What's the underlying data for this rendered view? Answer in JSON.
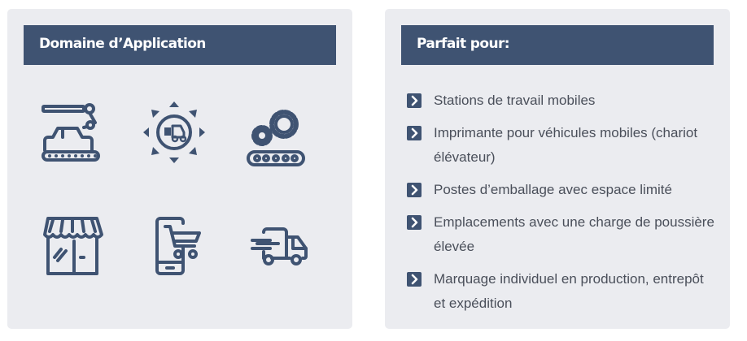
{
  "colors": {
    "panel_bg": "#ebecf0",
    "header_bg": "#3f5372",
    "header_text": "#ffffff",
    "icon": "#3f5372",
    "list_text": "#4a4f5a"
  },
  "left_panel": {
    "title": "Domaine d’Application",
    "icons": [
      {
        "name": "car-assembly-robot-icon"
      },
      {
        "name": "forklift-distribution-icon"
      },
      {
        "name": "gears-conveyor-icon"
      },
      {
        "name": "storefront-icon"
      },
      {
        "name": "mobile-shopping-cart-icon"
      },
      {
        "name": "fast-delivery-truck-icon"
      }
    ]
  },
  "right_panel": {
    "title": "Parfait pour:",
    "bullet_icon": "chevron-right-icon",
    "items": [
      {
        "label": "Stations de travail mobiles"
      },
      {
        "label": "Imprimante pour véhicules mobiles (chariot élévateur)"
      },
      {
        "label": "Postes d’emballage avec espace limité"
      },
      {
        "label": "Emplacements avec une charge de poussière élevée"
      },
      {
        "label": "Marquage individuel en production, entrepôt et expédition"
      }
    ]
  }
}
